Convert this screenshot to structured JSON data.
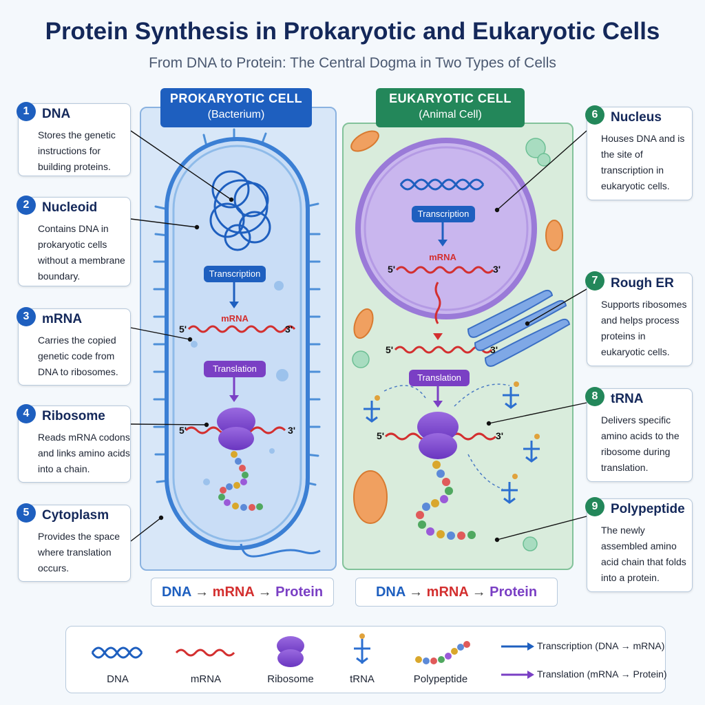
{
  "title": "Protein Synthesis in Prokaryotic and Eukaryotic Cells",
  "subtitle": "From DNA to Protein: The Central Dogma in Two Types of Cells",
  "prokaryotic": {
    "heading": "PROKARYOTIC CELL",
    "subheading": "(Bacterium)",
    "transcription": "Transcription",
    "translation": "Translation",
    "mrna": "mRNA",
    "five": "5'",
    "three": "3'"
  },
  "eukaryotic": {
    "heading": "EUKARYOTIC CELL",
    "subheading": "(Animal Cell)",
    "transcription": "Transcription",
    "translation": "Translation",
    "mrna": "mRNA",
    "five": "5'",
    "three": "3'"
  },
  "left_cards": [
    {
      "num": "1",
      "title": "DNA",
      "body": "Stores the genetic instructions for building proteins."
    },
    {
      "num": "2",
      "title": "Nucleoid",
      "body": "Contains DNA in prokaryotic cells without a membrane boundary."
    },
    {
      "num": "3",
      "title": "mRNA",
      "body": "Carries the copied genetic code from DNA to ribosomes."
    },
    {
      "num": "4",
      "title": "Ribosome",
      "body": "Reads mRNA codons and links amino acids into a chain."
    },
    {
      "num": "5",
      "title": "Cytoplasm",
      "body": "Provides the space where translation occurs."
    }
  ],
  "right_cards": [
    {
      "num": "6",
      "title": "Nucleus",
      "body": "Houses DNA and is the site of transcription in eukaryotic cells."
    },
    {
      "num": "7",
      "title": "Rough ER",
      "body": "Supports ribosomes and helps process proteins in eukaryotic cells."
    },
    {
      "num": "8",
      "title": "tRNA",
      "body": "Delivers specific amino acids to the ribosome during translation."
    },
    {
      "num": "9",
      "title": "Polypeptide",
      "body": "The newly assembled amino acid chain that folds into a protein."
    }
  ],
  "flow": {
    "dna": "DNA",
    "mrna": "mRNA",
    "protein": "Protein",
    "arrow": "→"
  },
  "legend": {
    "dna": "DNA",
    "mrna": "mRNA",
    "ribosome": "Ribosome",
    "trna": "tRNA",
    "polypeptide": "Polypeptide",
    "transcription": "Transcription (DNA → mRNA)",
    "translation": "Translation (mRNA → Protein)"
  },
  "colors": {
    "blue": "#1e5fbf",
    "green": "#23875a",
    "mrna": "#d32f2f",
    "purple": "#7a3fc4"
  }
}
